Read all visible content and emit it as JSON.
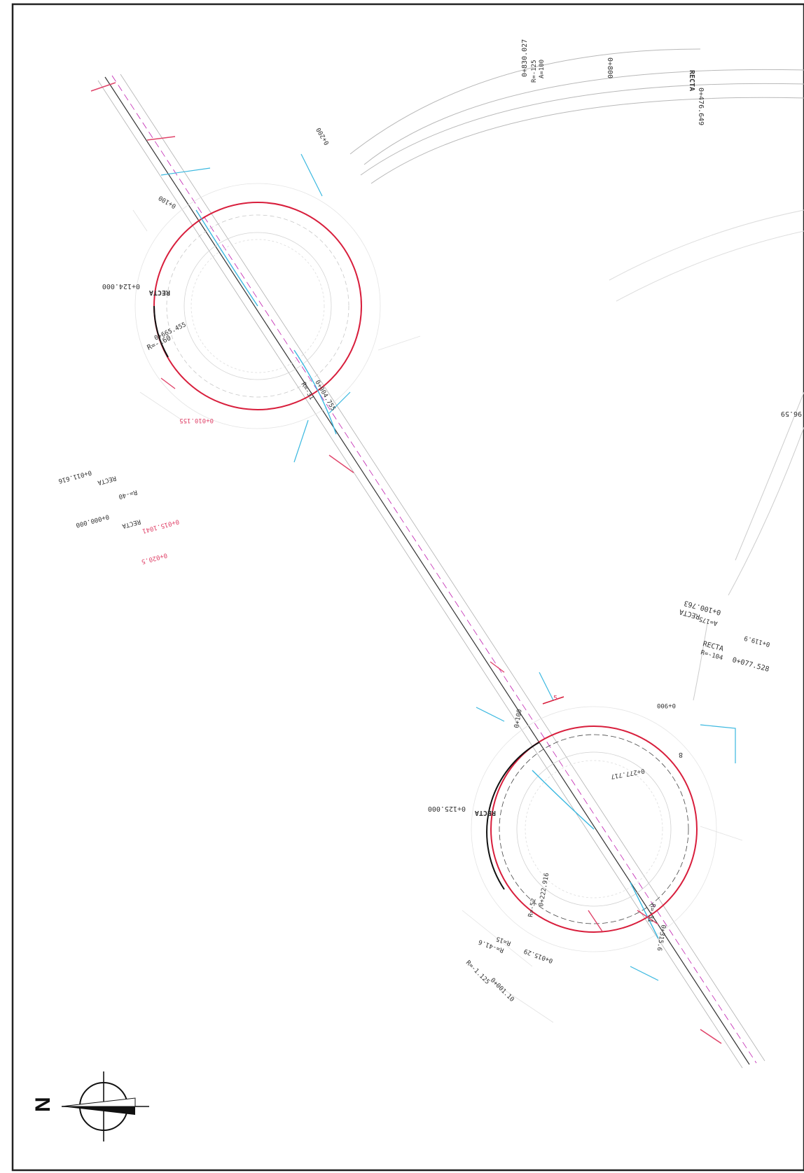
{
  "colors": {
    "frame": "#222222",
    "roundabout_ring": "#d81e3c",
    "axis": "#222222",
    "road_edge": "#b0b0b0",
    "axis_magenta": "#c01fb0",
    "cyan_arrows": "#3ab8e0",
    "label_red": "#e0446a"
  },
  "north_arrow": {
    "letter": "N",
    "icon": "north-arrow-icon"
  },
  "labels": {
    "top_station_1": "0+830.027",
    "top_station_2": "0+800",
    "top_recta_tag": "RECTA",
    "top_recta_station": "0+476.649",
    "top_radius_1": "R=-125",
    "top_radius_2": "A=100",
    "upper_station_200": "0+200",
    "upper_station_100": "0+100",
    "upper_recta": "RECTA",
    "upper_recta_station": "0+124.000",
    "upper_radius": "R=-160",
    "upper_station_665": "0+665.455",
    "upper_radius_31": "R=-31",
    "upper_station_004": "0+004.755",
    "upper_station_010": "0+010.155",
    "left_recta_1": "RECTA",
    "left_station_1": "0+011.616",
    "left_radius_1": "R=-40",
    "left_station_2": "0+015.1041",
    "left_recta_2": "RECTA",
    "left_station_3": "0+000.000",
    "left_station_4": "0+020.5",
    "right_edge_label": "96.59",
    "mid_recta_1": "RECTA",
    "mid_station_1": "0+100.763",
    "mid_radius_1": "A=175",
    "mid_station_2": "0+119.9",
    "mid_recta_2": "RECTA",
    "mid_radius_2": "R=-104",
    "mid_station_3": "0+077.528",
    "lower_station_900": "0+900",
    "lower_station_100": "0+100",
    "lower_marker_5": "5",
    "lower_recta": "RECTA",
    "lower_recta_station": "0+125.000",
    "lower_station_277": "0+277.717",
    "lower_marker_8": "8",
    "lower_radius": "R=-52",
    "lower_station_222": "0+222.916",
    "lower_radius_31": "R=-31",
    "lower_station_315": "0+315.6",
    "lower_radius_15": "R=15",
    "lower_station_015": "0+015.29",
    "lower_station_041": "R=-41.6",
    "lower_radius_bottom": "R=-1.125",
    "lower_station_bottom": "0+001.10"
  }
}
